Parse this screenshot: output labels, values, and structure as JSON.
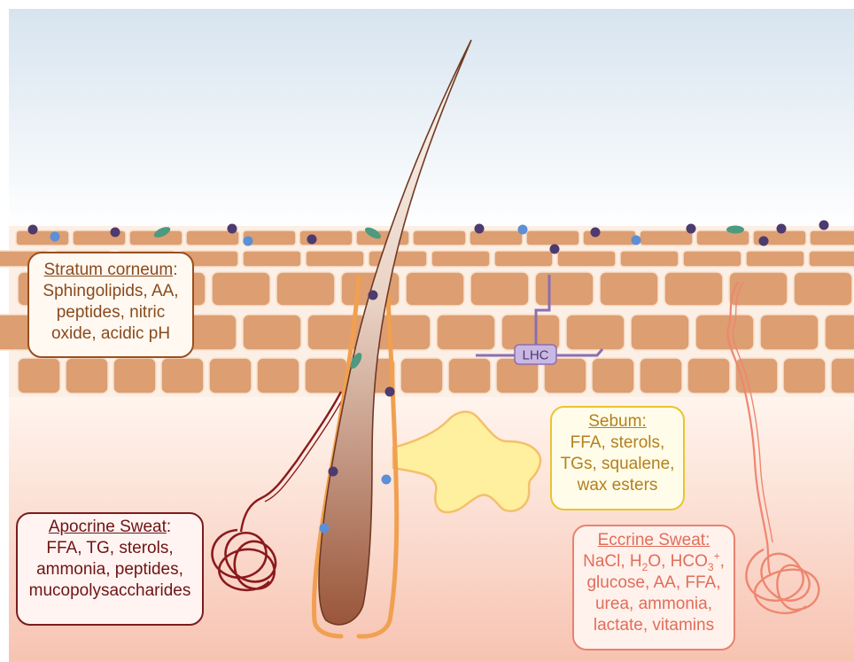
{
  "labels": {
    "lhc": "LHC",
    "stratum": {
      "title": "Stratum corneum",
      "title_suffix": ":",
      "lines": [
        "Sphingolipids, AA,",
        "peptides, nitric",
        "oxide, acidic pH"
      ]
    },
    "sebum": {
      "title": "Sebum:",
      "lines": [
        "FFA, sterols,",
        "TGs, squalene,",
        "wax esters"
      ]
    },
    "apocrine": {
      "title": "Apocrine Sweat",
      "title_suffix": ":",
      "lines": [
        "FFA, TG, sterols,",
        "ammonia, peptides,",
        "mucopolysaccharides"
      ]
    },
    "eccrine": {
      "title": "Eccrine Sweat:",
      "line1": {
        "a": "NaCl, H",
        "sub1": "2",
        "b": "O, HCO",
        "sub2": "3",
        "sup": "+",
        "c": ","
      },
      "lines": [
        "glucose, AA, FFA,",
        "urea, ammonia,",
        "lactate, vitamins"
      ]
    }
  },
  "colors": {
    "sky_top": "#d7e4ef",
    "sky_bottom": "#ffffff",
    "dermis_top": "#fff5ee",
    "dermis_bottom": "#f8c8b8",
    "cell_fill": "#dd9e72",
    "cell_stroke": "#f6e2cc",
    "follicle": "#f0a050",
    "hair_tip": "#fbf5ef",
    "hair_base": "#9e5a3e",
    "sebum_fill": "#fff0a0",
    "sebum_stroke": "#f4c06a",
    "apocrine": "#8b1a1c",
    "eccrine": "#ee8670",
    "lhc": "#8a6fb2",
    "microbe_dark": "#4d3a6f",
    "microbe_blue": "#5b8fd6",
    "microbe_green": "#4d9a80"
  },
  "icons": {
    "dark_microbe": "dark-purple-dot",
    "blue_microbe": "blue-dot",
    "rod_microbe": "green-ellipse"
  }
}
